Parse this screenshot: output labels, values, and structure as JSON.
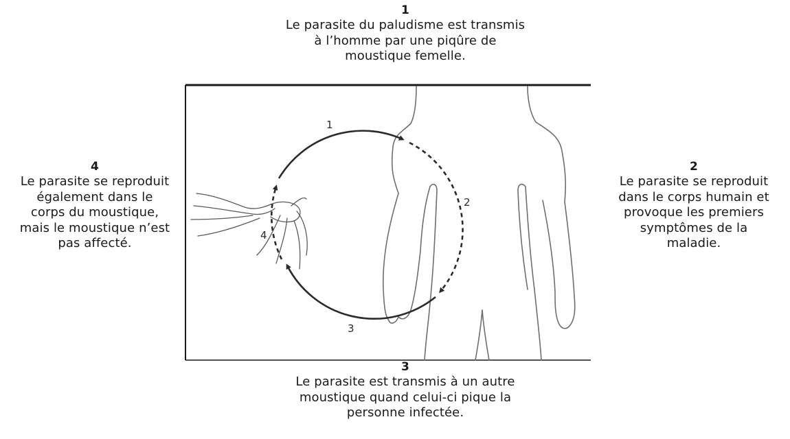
{
  "captions": {
    "step1": {
      "number": "1",
      "lines": [
        "Le parasite du paludisme est transmis",
        "à l’homme par une piqûre de",
        "moustique femelle."
      ]
    },
    "step2": {
      "number": "2",
      "lines": [
        "Le parasite se reproduit",
        "dans le corps humain et",
        "provoque les premiers",
        "symptômes de la",
        "maladie."
      ]
    },
    "step3": {
      "number": "3",
      "lines": [
        "Le parasite est transmis à un autre",
        "moustique quand celui-ci pique la",
        "personne infectée."
      ]
    },
    "step4": {
      "number": "4",
      "lines": [
        "Le parasite se reproduit",
        "également dans le",
        "corps du moustique,",
        "mais le moustique n’est",
        "pas affecté."
      ]
    }
  },
  "figure": {
    "cycle_labels": [
      "1",
      "2",
      "3",
      "4"
    ],
    "icons": [
      "human-silhouette-icon",
      "mosquito-icon"
    ]
  }
}
